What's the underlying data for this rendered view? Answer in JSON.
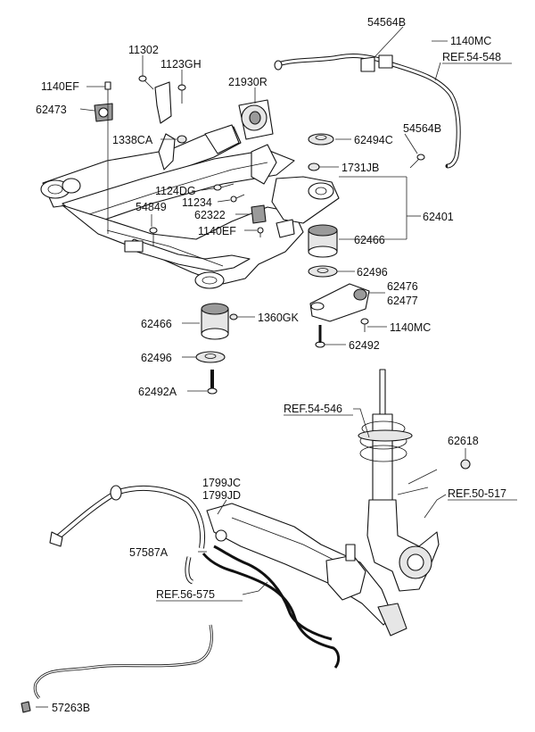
{
  "callouts": {
    "c54564B_top": "54564B",
    "c1140MC_top": "1140MC",
    "c11302": "11302",
    "c1123GH": "1123GH",
    "cREF54548": "REF.54-548",
    "c1140EF_top": "1140EF",
    "c21930R": "21930R",
    "c62473": "62473",
    "c1338CA": "1338CA",
    "c62494C": "62494C",
    "c54564B_mid": "54564B",
    "c1731JB": "1731JB",
    "c1124DG": "1124DG",
    "c11234": "11234",
    "c54849": "54849",
    "c62322": "62322",
    "c62401": "62401",
    "c1140EF_mid": "1140EF",
    "c62466_right": "62466",
    "c62496_right": "62496",
    "c62476": "62476",
    "c62477": "62477",
    "c62466_left": "62466",
    "c1360GK": "1360GK",
    "c1140MC_mid": "1140MC",
    "c62492": "62492",
    "c62496_left": "62496",
    "c62492A": "62492A",
    "cREF54546": "REF.54-546",
    "c62618": "62618",
    "c1799JC": "1799JC",
    "c1799JD": "1799JD",
    "cREF50517": "REF.50-517",
    "c57587A": "57587A",
    "cREF56575": "REF.56-575",
    "c57263B": "57263B"
  }
}
